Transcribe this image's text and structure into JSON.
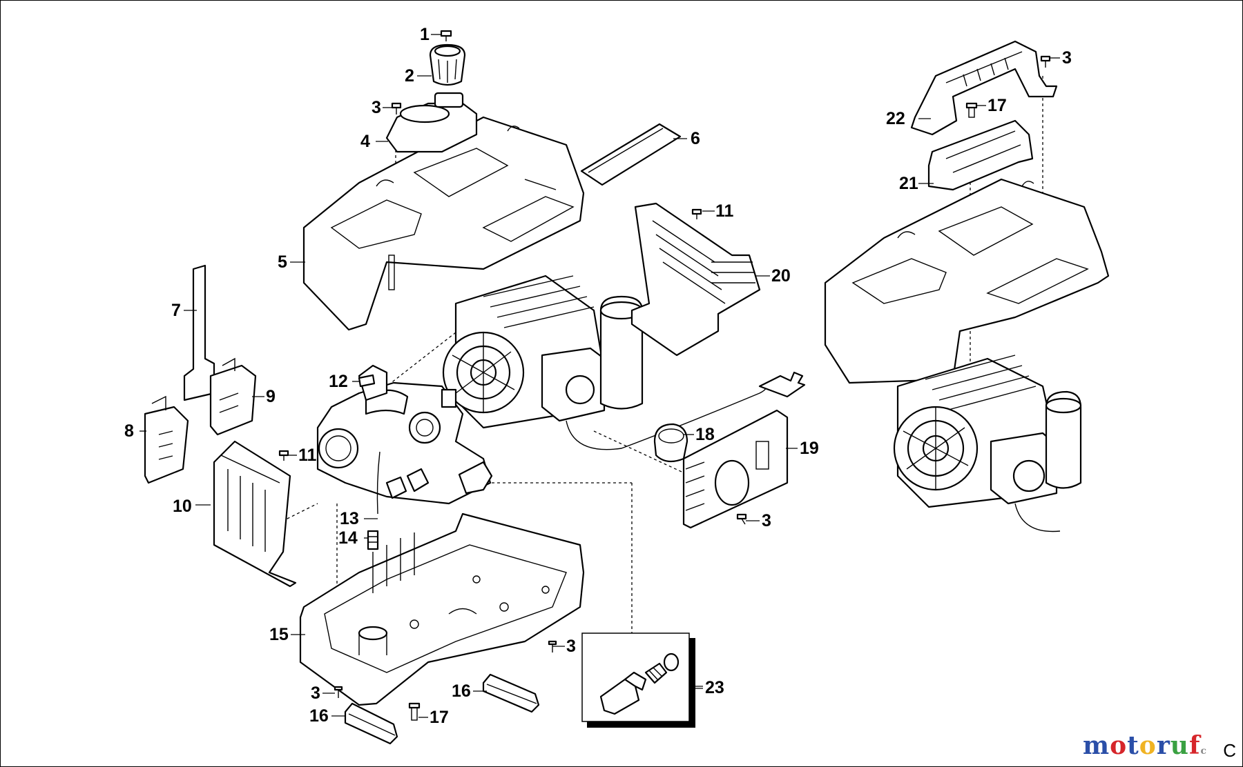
{
  "callouts": [
    {
      "id": "c1",
      "text": "1"
    },
    {
      "id": "c2",
      "text": "2"
    },
    {
      "id": "c3a",
      "text": "3"
    },
    {
      "id": "c4",
      "text": "4"
    },
    {
      "id": "c5",
      "text": "5"
    },
    {
      "id": "c6",
      "text": "6"
    },
    {
      "id": "c7",
      "text": "7"
    },
    {
      "id": "c8",
      "text": "8"
    },
    {
      "id": "c9",
      "text": "9"
    },
    {
      "id": "c10",
      "text": "10"
    },
    {
      "id": "c11a",
      "text": "11"
    },
    {
      "id": "c11b",
      "text": "11"
    },
    {
      "id": "c12",
      "text": "12"
    },
    {
      "id": "c13",
      "text": "13"
    },
    {
      "id": "c14",
      "text": "14"
    },
    {
      "id": "c15",
      "text": "15"
    },
    {
      "id": "c3b",
      "text": "3"
    },
    {
      "id": "c16a",
      "text": "16"
    },
    {
      "id": "c17a",
      "text": "17"
    },
    {
      "id": "c16b",
      "text": "16"
    },
    {
      "id": "c3c",
      "text": "3"
    },
    {
      "id": "c23",
      "text": "23"
    },
    {
      "id": "c18",
      "text": "18"
    },
    {
      "id": "c19",
      "text": "19"
    },
    {
      "id": "c3d",
      "text": "3"
    },
    {
      "id": "c20",
      "text": "20"
    },
    {
      "id": "c3e",
      "text": "3"
    },
    {
      "id": "c17b",
      "text": "17"
    },
    {
      "id": "c22",
      "text": "22"
    },
    {
      "id": "c21",
      "text": "21"
    },
    {
      "id": "c3f",
      "text": "3"
    }
  ],
  "watermark": {
    "letters": [
      "m",
      "o",
      "t",
      "o",
      "r",
      "u",
      "f"
    ],
    "colors": [
      "#2b4fa8",
      "#d6262b",
      "#2b4fa8",
      "#f0b323",
      "#2b4fa8",
      "#3aa142",
      "#d6262b"
    ],
    "suffix": "c"
  },
  "corner_mark": "C"
}
